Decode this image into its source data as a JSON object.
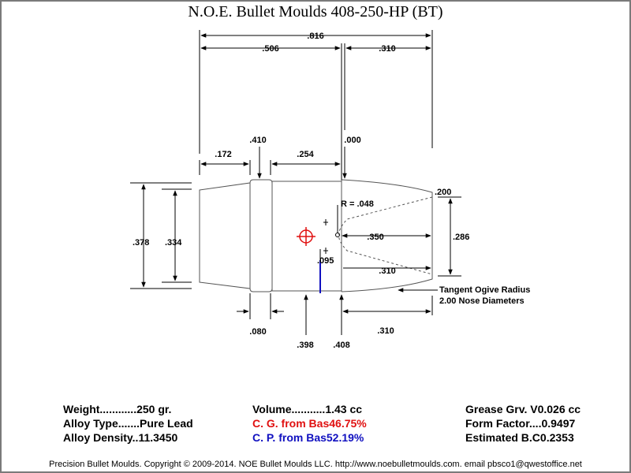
{
  "title": "N.O.E. Bullet Moulds   408-250-HP (BT)",
  "dimensions": {
    "overall_length": ".816",
    "body_length": ".506",
    "nose_length_top": ".310",
    "base_band_length": ".172",
    "driving_band_diameter": ".410",
    "body_band_length": ".254",
    "meplat_offset": ".000",
    "hp_radius": "R = .048",
    "meplat_diameter": ".200",
    "base_diameter": ".378",
    "boattail_diameter": ".334",
    "hp_depth": ".350",
    "hp_cavity_diameter": ".286",
    "cg_offset": ".095",
    "nose_length_mid": ".310",
    "band_width": ".080",
    "body_diameter": ".398",
    "groove_diameter": ".408",
    "nose_length_bottom": ".310"
  },
  "ogive_note": {
    "line1": "Tangent Ogive Radius",
    "line2": "2.00  Nose Diameters"
  },
  "stats": {
    "col1": [
      {
        "label": "Weight............",
        "value": "250 gr."
      },
      {
        "label": "Alloy Type.......",
        "value": "Pure Lead"
      },
      {
        "label": "Alloy Density..",
        "value": "11.3450"
      }
    ],
    "col2": [
      {
        "label": "Volume...........",
        "value": "1.43 cc",
        "color": "#000000"
      },
      {
        "label": "C. G. from Bas",
        "value": "46.75%",
        "color": "#e01010"
      },
      {
        "label": "C. P. from Bas",
        "value": "52.19%",
        "color": "#1010c0"
      }
    ],
    "col3": [
      {
        "label": "Grease Grv. V",
        "value": "0.026 cc"
      },
      {
        "label": "Form Factor....",
        "value": "0.9497"
      },
      {
        "label": "Estimated B.C",
        "value": "0.2353"
      }
    ]
  },
  "footer": "Precision Bullet Moulds. Copyright © 2009-2014. NOE Bullet Moulds LLC. http://www.noebulletmoulds.com.  email pbsco1@qwestoffice.net",
  "colors": {
    "cg_marker": "#e01010",
    "cp_marker": "#1010c0",
    "outline": "#555555"
  }
}
